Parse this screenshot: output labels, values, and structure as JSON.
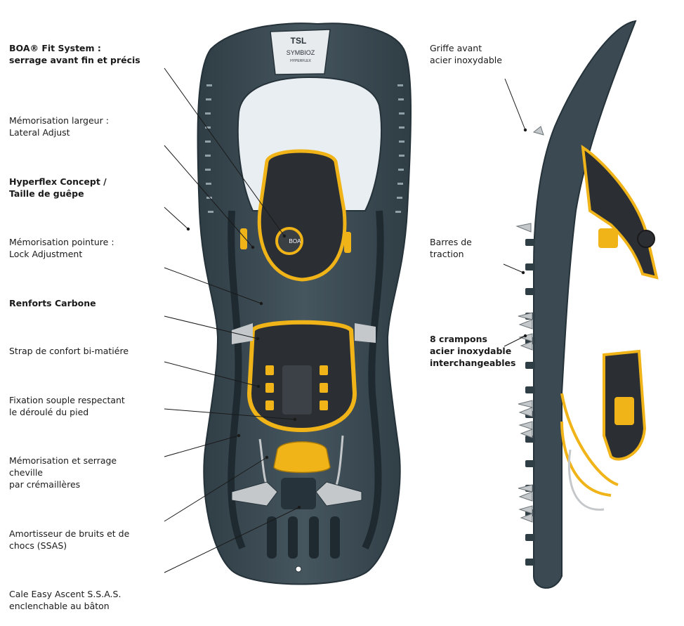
{
  "labels": [
    {
      "id": "boa-fit-system",
      "lines": [
        "BOA® Fit System :",
        "serrage avant fin et précis"
      ],
      "bold": true
    },
    {
      "id": "memorisation-largeur",
      "lines": [
        "Mémorisation largeur :",
        "Lateral Adjust"
      ],
      "bold": false
    },
    {
      "id": "hyperflex-concept",
      "lines": [
        "Hyperflex Concept /",
        "Taille de guêpe"
      ],
      "bold": true
    },
    {
      "id": "memorisation-pointure",
      "lines": [
        "Mémorisation pointure :",
        "Lock Adjustment"
      ],
      "bold": false
    },
    {
      "id": "renforts-carbone",
      "lines": [
        "Renforts Carbone"
      ],
      "bold": true
    },
    {
      "id": "strap-confort",
      "lines": [
        "Strap de confort bi-matiére"
      ],
      "bold": false
    },
    {
      "id": "fixation-souple",
      "lines": [
        "Fixation souple respectant",
        "le déroulé du pied"
      ],
      "bold": false
    },
    {
      "id": "memorisation-cheville",
      "lines": [
        "Mémorisation et serrage",
        "cheville",
        "par crémaillères"
      ],
      "bold": false
    },
    {
      "id": "amortisseur",
      "lines": [
        "Amortisseur de bruits et de",
        "chocs (SSAS)"
      ],
      "bold": false
    },
    {
      "id": "cale-easy-ascent",
      "lines": [
        "Cale Easy Ascent S.S.A.S.",
        "enclenchable au bâton"
      ],
      "bold": false
    },
    {
      "id": "griffe-avant",
      "lines": [
        "Griffe avant",
        "acier inoxydable"
      ],
      "bold": false
    },
    {
      "id": "barres-traction",
      "lines": [
        "Barres de",
        "traction"
      ],
      "bold": false
    },
    {
      "id": "crampons",
      "lines": [
        "8 crampons",
        "acier inoxydable",
        "interchangeables"
      ],
      "bold": true
    }
  ],
  "product": {
    "brand_logo": "TSL",
    "model_text": "SYMBIOZ",
    "model_subtext": "HYPERFLEX",
    "dial_text": "BOA"
  },
  "colors": {
    "frame": "#3b4a52",
    "frame_dark": "#26333a",
    "accent": "#f0b419",
    "steel": "#c4c8cb",
    "deck": "#e9eef2"
  }
}
